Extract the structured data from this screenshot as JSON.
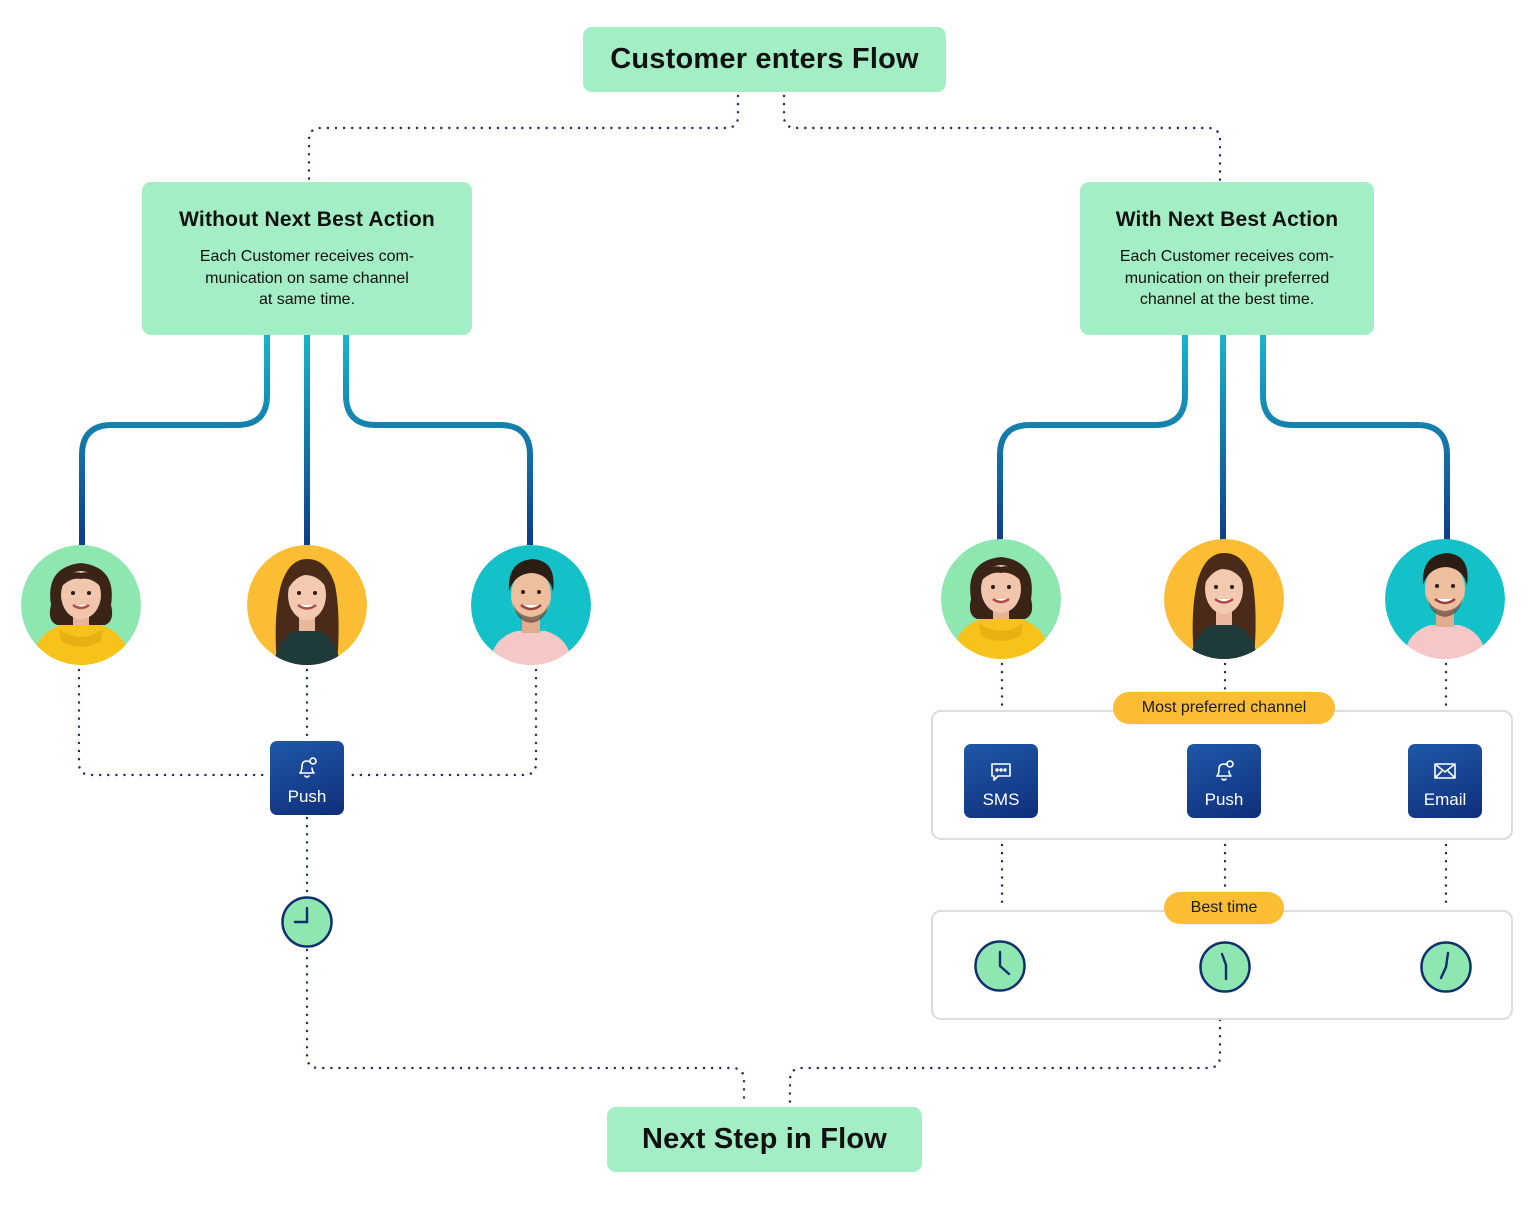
{
  "flow": {
    "start": "Customer enters Flow",
    "end": "Next Step in Flow"
  },
  "left": {
    "title": "Without Next Best Action",
    "description": "Each Customer receives com-\nmunication on same channel\nat same time.",
    "channel": {
      "label": "Push",
      "icon": "bell-icon"
    },
    "customers": [
      {
        "avatar_bg": "#8ee6b0",
        "icon": "woman-curly-hair-avatar"
      },
      {
        "avatar_bg": "#fbbd33",
        "icon": "woman-long-hair-avatar"
      },
      {
        "avatar_bg": "#14c1c9",
        "icon": "man-avatar"
      }
    ]
  },
  "right": {
    "title": "With Next Best Action",
    "description": "Each Customer receives com-\nmunication on their preferred\nchannel at the best time.",
    "channel_pill": "Most preferred channel",
    "time_pill": "Best time",
    "channels": [
      {
        "label": "SMS",
        "icon": "chat-bubble-icon"
      },
      {
        "label": "Push",
        "icon": "bell-icon"
      },
      {
        "label": "Email",
        "icon": "envelope-icon"
      }
    ],
    "customers": [
      {
        "avatar_bg": "#8ee6b0",
        "icon": "woman-curly-hair-avatar"
      },
      {
        "avatar_bg": "#fbbd33",
        "icon": "woman-long-hair-avatar"
      },
      {
        "avatar_bg": "#14c1c9",
        "icon": "man-avatar"
      }
    ]
  },
  "colors": {
    "box": "#a3eec4",
    "pill": "#fbbd33",
    "channel": "#1a4a9c",
    "wire_top": "#17b6c9",
    "wire_bottom": "#0f3a8a"
  }
}
